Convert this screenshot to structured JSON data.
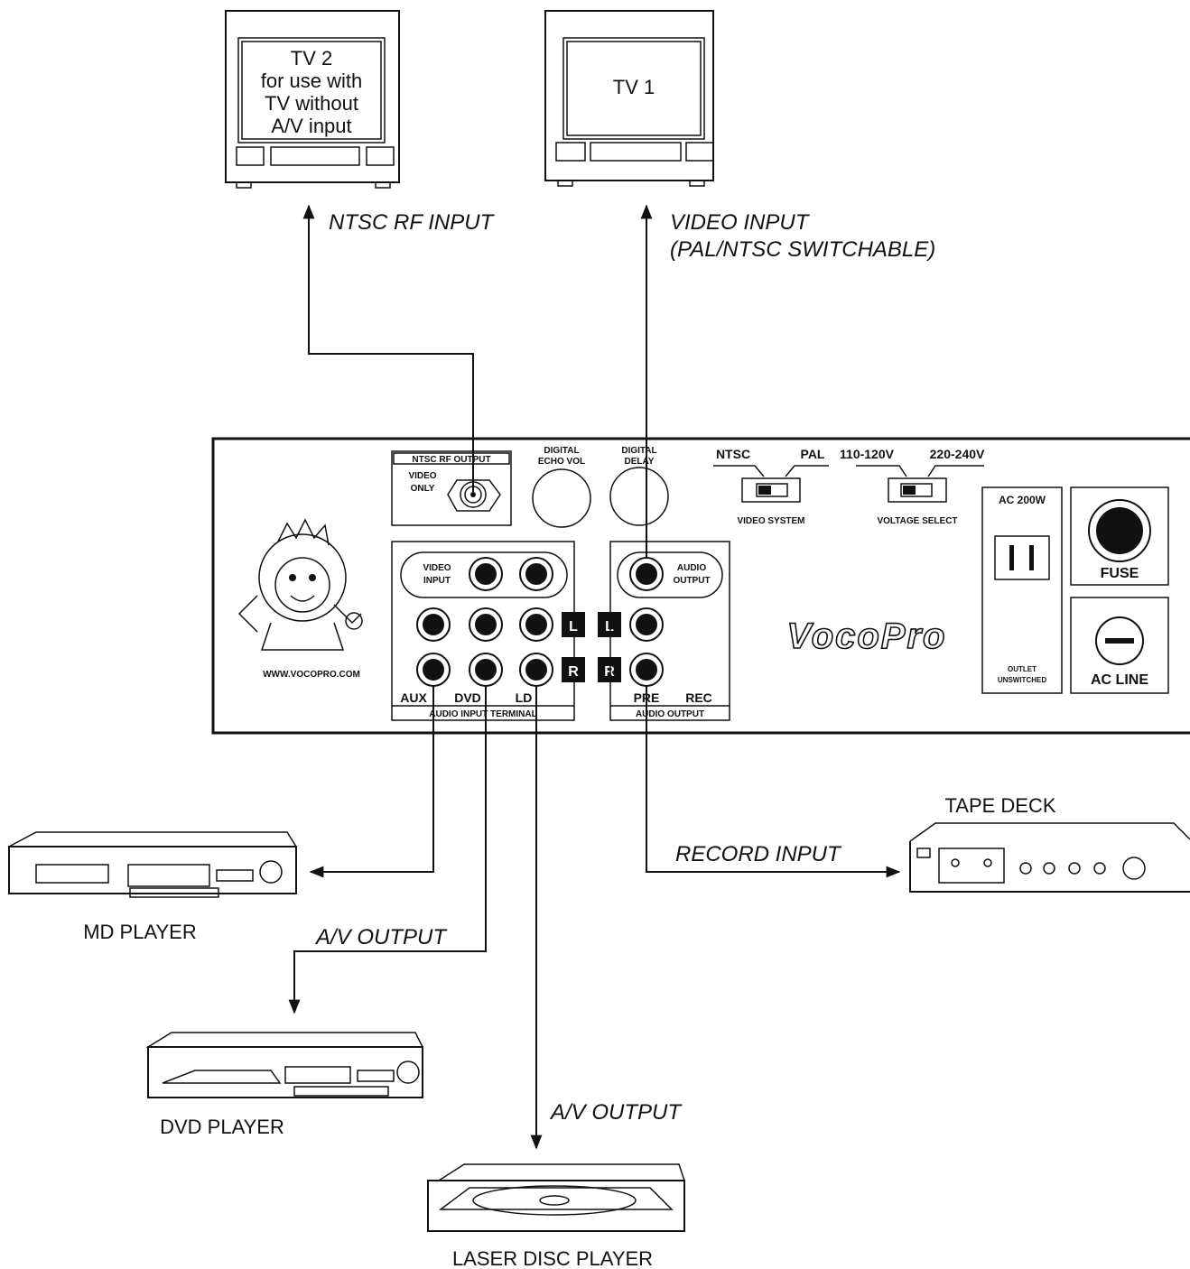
{
  "tv2": {
    "lines": [
      "TV 2",
      "for use with",
      "TV without",
      "A/V input"
    ]
  },
  "tv1": {
    "label": "TV 1"
  },
  "connections": {
    "ntsc_rf_input": "NTSC RF INPUT",
    "video_input_line1": "VIDEO INPUT",
    "video_input_line2": "(PAL/NTSC SWITCHABLE)",
    "record_input": "RECORD INPUT",
    "av_output_dvd": "A/V OUTPUT",
    "av_output_ld": "A/V OUTPUT"
  },
  "panel": {
    "ntsc_rf_output": "NTSC RF OUTPUT",
    "video_only_1": "VIDEO",
    "video_only_2": "ONLY",
    "echo_vol_1": "DIGITAL",
    "echo_vol_2": "ECHO VOL",
    "delay_1": "DIGITAL",
    "delay_2": "DELAY",
    "ntsc": "NTSC",
    "pal": "PAL",
    "video_system": "VIDEO SYSTEM",
    "v110": "110-120V",
    "v220": "220-240V",
    "voltage_select": "VOLTAGE SELECT",
    "ac_200w": "AC 200W",
    "outlet_1": "OUTLET",
    "outlet_2": "UNSWITCHED",
    "fuse": "FUSE",
    "ac_line": "AC LINE",
    "video_input_1": "VIDEO",
    "video_input_2": "INPUT",
    "audio_output_1": "AUDIO",
    "audio_output_2": "OUTPUT",
    "badge_l": "L",
    "badge_r": "R",
    "aux": "AUX",
    "dvd": "DVD",
    "ld": "LD",
    "pre": "PRE",
    "rec": "REC",
    "audio_input_terminal": "AUDIO INPUT TERMINAL",
    "audio_output_footer": "AUDIO OUTPUT",
    "website": "WWW.VOCOPRO.COM",
    "brand": "VocoPro"
  },
  "devices": {
    "md_player": "MD PLAYER",
    "dvd_player": "DVD PLAYER",
    "laser_disc_player": "LASER DISC PLAYER",
    "tape_deck": "TAPE DECK"
  }
}
